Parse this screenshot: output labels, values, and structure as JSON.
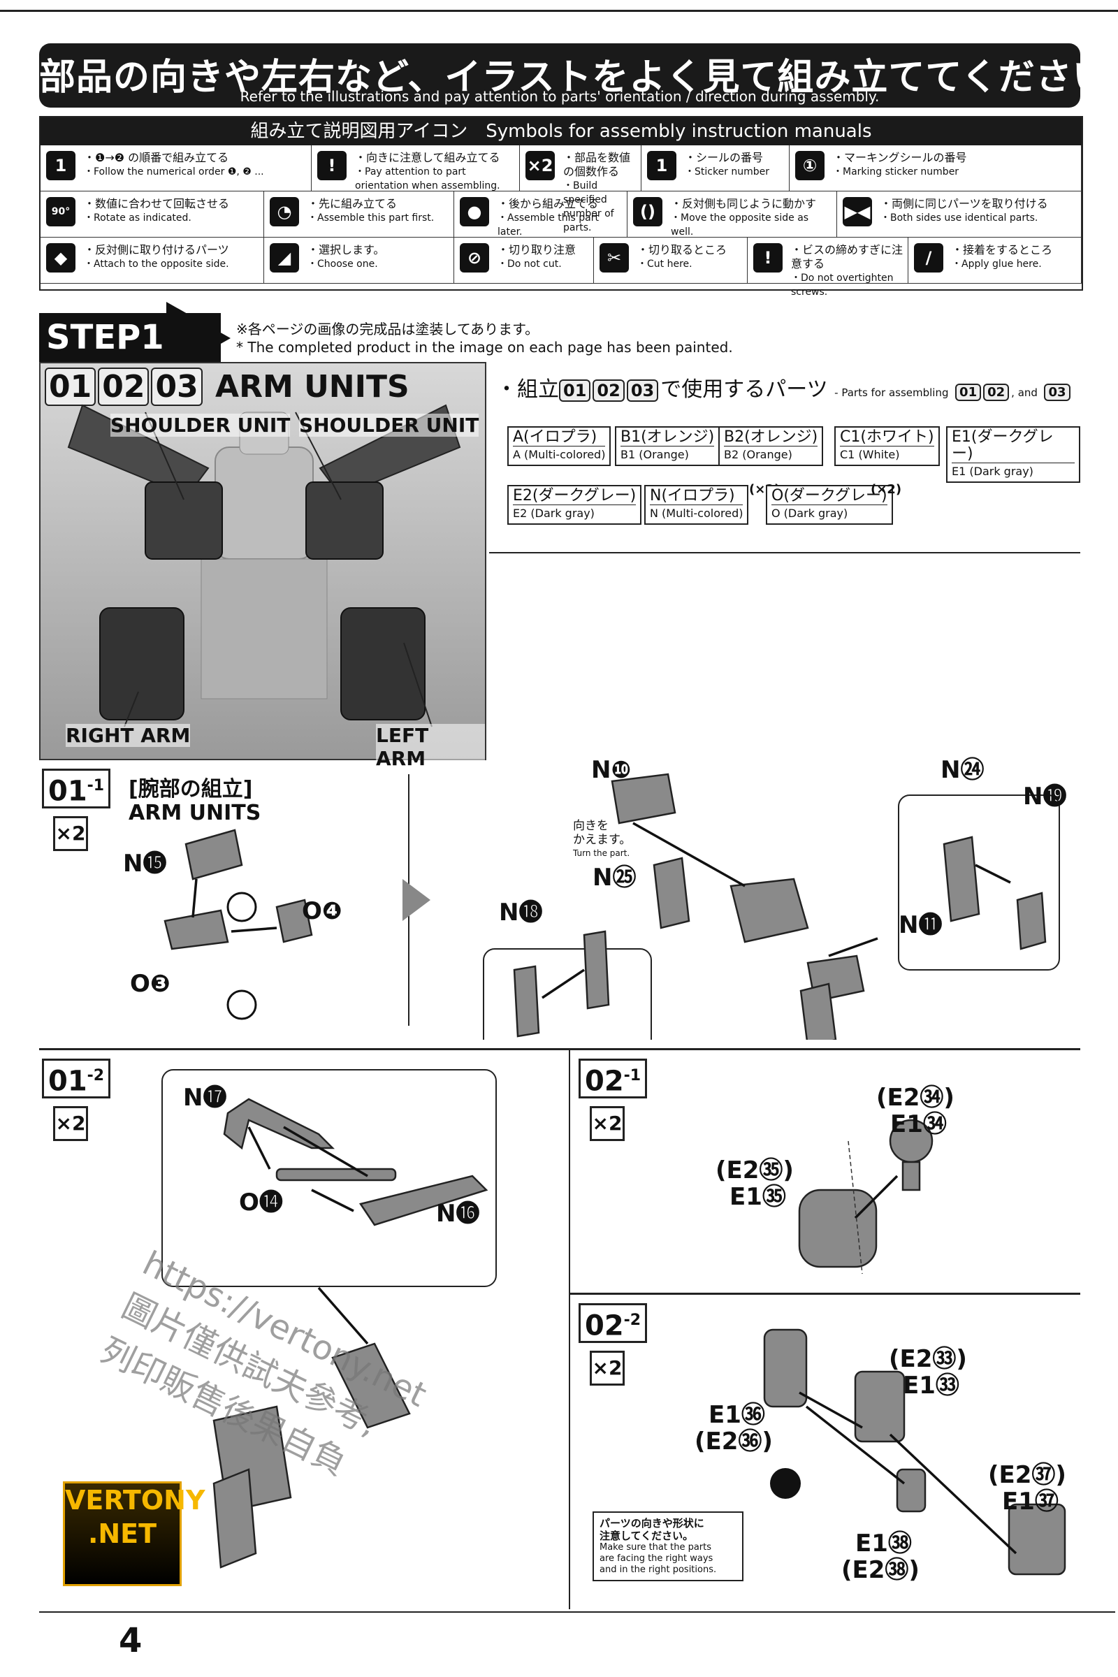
{
  "banner": {
    "title_jp": "部品の向きや左右など、イラストをよく見て組み立ててください。",
    "subtitle_en": "Refer to the illustrations and pay attention to parts' orientation / direction during assembly."
  },
  "symbols": {
    "header": "組み立て説明図用アイコン　Symbols for assembly instruction manuals",
    "items": [
      {
        "icon": "number-order-icon",
        "glyph": "1",
        "jp": "・❶→❷ の順番で組み立てる",
        "en": "・Follow the numerical order ❶, ❷ ..."
      },
      {
        "icon": "caution-icon",
        "glyph": "!",
        "jp": "・向きに注意して組み立てる",
        "en": "・Pay attention to part orientation when assembling."
      },
      {
        "icon": "multiply-icon",
        "glyph": "×2",
        "jp": "・部品を数値の個数作る",
        "en": "・Build specified number of parts."
      },
      {
        "icon": "sticker-icon",
        "glyph": "1",
        "jp": "・シールの番号",
        "en": "・Sticker number"
      },
      {
        "icon": "marking-sticker-icon",
        "glyph": "①",
        "jp": "・マーキングシールの番号",
        "en": "・Marking sticker number"
      },
      {
        "icon": "rotate-icon",
        "glyph": "90°",
        "jp": "・数値に合わせて回転させる",
        "en": "・Rotate as indicated."
      },
      {
        "icon": "assemble-first-icon",
        "glyph": "◔",
        "jp": "・先に組み立てる",
        "en": "・Assemble this part first."
      },
      {
        "icon": "assemble-later-icon",
        "glyph": "●",
        "jp": "・後から組み立てる",
        "en": "・Assemble this part later."
      },
      {
        "icon": "move-opposite-icon",
        "glyph": "()",
        "jp": "・反対側も同じように動かす",
        "en": "・Move the opposite side as well."
      },
      {
        "icon": "both-sides-icon",
        "glyph": "▶◀",
        "jp": "・両側に同じパーツを取り付ける",
        "en": "・Both sides use identical parts."
      },
      {
        "icon": "opposite-side-icon",
        "glyph": "◆",
        "jp": "・反対側に取り付けるパーツ",
        "en": "・Attach to the opposite side."
      },
      {
        "icon": "choose-one-icon",
        "glyph": "◢",
        "jp": "・選択します。",
        "en": "・Choose one."
      },
      {
        "icon": "do-not-cut-icon",
        "glyph": "⊘",
        "jp": "・切り取り注意",
        "en": "・Do not cut."
      },
      {
        "icon": "cut-here-icon",
        "glyph": "✂",
        "jp": "・切り取るところ",
        "en": "・Cut here."
      },
      {
        "icon": "screw-warning-icon",
        "glyph": "!",
        "jp": "・ビスの締めすぎに注意する",
        "en": "・Do not overtighten screws."
      },
      {
        "icon": "glue-icon",
        "glyph": "/",
        "jp": "・接着をするところ",
        "en": "・Apply glue here."
      }
    ]
  },
  "step": {
    "label": "STEP1",
    "note_jp": "※各ページの画像の完成品は塗装してあります。",
    "note_en": "* The completed product in the image on each page has been painted.",
    "badges": [
      "01",
      "02",
      "03"
    ],
    "title": "ARM UNITS",
    "callouts": {
      "shoulder_left": "SHOULDER UNIT",
      "shoulder_right": "SHOULDER UNIT",
      "right_arm": "RIGHT ARM",
      "left_arm": "LEFT ARM"
    }
  },
  "parts_list": {
    "title_jp": "・組立",
    "title_jp_tail": "で使用するパーツ",
    "title_en": "- Parts for assembling",
    "title_en_tail": ", and",
    "badges": [
      "01",
      "02",
      "03"
    ],
    "parts": [
      {
        "jp": "A(イロプラ)",
        "en": "A (Multi-colored)",
        "mult": ""
      },
      {
        "jp": "B1(オレンジ)",
        "en": "B1 (Orange)",
        "mult": ""
      },
      {
        "jp": "B2(オレンジ)",
        "en": "B2 (Orange)",
        "mult": ""
      },
      {
        "jp": "C1(ホワイト)",
        "en": "C1 (White)",
        "mult": ""
      },
      {
        "jp": "E1(ダークグレー)",
        "en": "E1 (Dark gray)",
        "mult": ""
      },
      {
        "jp": "E2(ダークグレー)",
        "en": "E2 (Dark gray)",
        "mult": ""
      },
      {
        "jp": "N(イロプラ)",
        "en": "N (Multi-colored)",
        "mult": "(×2)"
      },
      {
        "jp": "O(ダークグレー)",
        "en": "O (Dark gray)",
        "mult": "(×2)"
      }
    ]
  },
  "step_01_1": {
    "num": "01",
    "sub": "-1",
    "mult": "×2",
    "title_jp": "[腕部の組立]",
    "title_en": "ARM UNITS",
    "labels": {
      "n15": "N⓯",
      "o4": "O❹",
      "o3": "O❸",
      "n10": "N❿",
      "n11": "N⓫",
      "n18": "N⓲",
      "n25": "N㉕",
      "n24": "N㉔",
      "n19": "N⓳"
    },
    "turn_jp": "向きを\nかえます。",
    "turn_en": "Turn the part."
  },
  "step_01_2": {
    "num": "01",
    "sub": "-2",
    "mult": "×2",
    "labels": {
      "n17": "N⓱",
      "o14": "O⓮",
      "n16": "N⓰"
    }
  },
  "step_02_1": {
    "num": "02",
    "sub": "-1",
    "mult": "×2",
    "labels": {
      "e2_34": "(E2㉞)",
      "e1_34": "E1㉞",
      "e2_35": "(E2㉟)",
      "e1_35": "E1㉟"
    }
  },
  "step_02_2": {
    "num": "02",
    "sub": "-2",
    "mult": "×2",
    "labels": {
      "e2_33": "(E2㉝)",
      "e1_33": "E1㉝",
      "e1_36": "E1㊱",
      "e2_36": "(E2㊱)",
      "e2_37": "(E2㊲)",
      "e1_37": "E1㊲",
      "e1_38": "E1㊳",
      "e2_38": "(E2㊳)"
    },
    "note_jp": "パーツの向きや形状に\n注意してください。",
    "note_en": "Make sure that the parts\nare facing the right ways\nand in the right positions."
  },
  "watermark": {
    "url": "https://vertony.net",
    "cn1": "圖片僅供試夫參考,",
    "cn2": "列印販售後果自負"
  },
  "logo": {
    "line1": "VERTONY",
    ".net": ".NET"
  },
  "page_number": "4"
}
